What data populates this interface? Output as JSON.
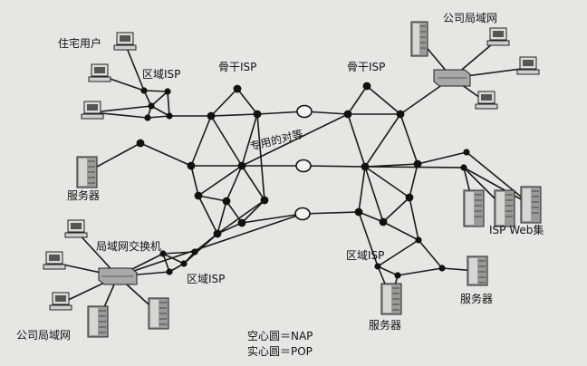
{
  "labels": {
    "residential_user": "住宅用户",
    "regional_isp_top": "区域ISP",
    "backbone_isp_left": "骨干ISP",
    "backbone_isp_right": "骨干ISP",
    "company_lan_top": "公司局域网",
    "private_peering": "专用的对等",
    "server_left": "服务器",
    "isp_web_farm": "ISP Web集",
    "lan_switch": "局域网交换机",
    "regional_isp_bottom_left": "区域ISP",
    "regional_isp_bottom_right": "区域ISP",
    "server_right": "服务器",
    "server_bottom": "服务器",
    "company_lan_bottom": "公司局域网"
  },
  "legend": {
    "hollow": "空心圆＝NAP",
    "solid": "实心圆＝POP"
  }
}
